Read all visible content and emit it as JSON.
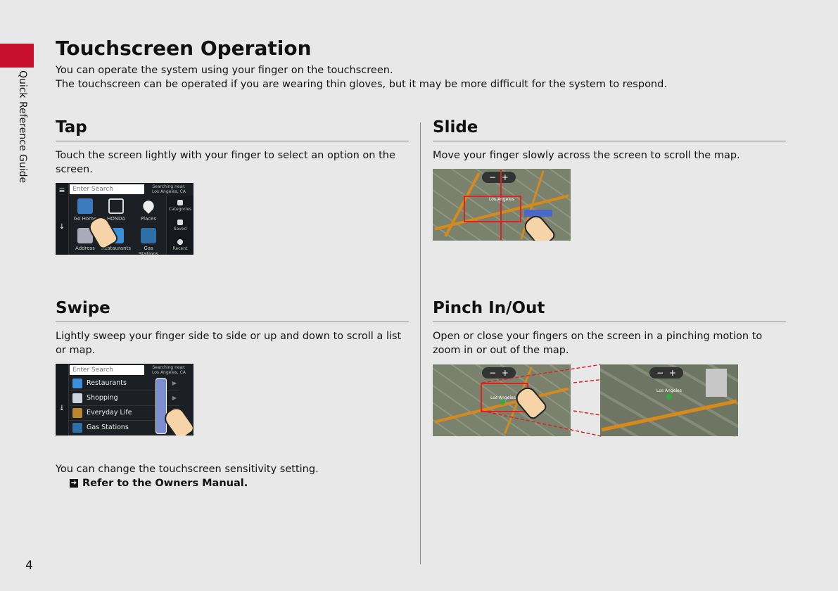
{
  "page": {
    "side_label": "Quick Reference Guide",
    "page_number": "4",
    "title": "Touchscreen Operation",
    "intro_line1": "You can operate the system using your finger on the touchscreen.",
    "intro_line2": "The touchscreen can be operated if you are wearing thin gloves, but it may be more difficult for the system to respond."
  },
  "sections": {
    "tap": {
      "heading": "Tap",
      "text": "Touch the screen lightly with your finger to select an option on the screen."
    },
    "slide": {
      "heading": "Slide",
      "text": "Move your finger slowly across the screen to scroll the map."
    },
    "swipe": {
      "heading": "Swipe",
      "text": "Lightly sweep your finger side to side or up and down to scroll a list or map."
    },
    "pinch": {
      "heading": "Pinch In/Out",
      "text": "Open or close your fingers on the screen in a pinching motion to zoom in or out of the map."
    }
  },
  "tap_screen": {
    "search_placeholder": "Enter Search",
    "searching_near": "Searching near:",
    "location": "Los Angeles, CA",
    "tiles": [
      "Go Home",
      "HONDA",
      "Places",
      "Address",
      "Restaurants",
      "Gas Stations"
    ],
    "right_items": [
      "Categories",
      "Saved",
      "Recent"
    ]
  },
  "swipe_screen": {
    "search_placeholder": "Enter Search",
    "searching_near": "Searching near:",
    "location": "Los Angeles, CA",
    "rows": [
      "Restaurants",
      "Shopping",
      "Everyday Life",
      "Gas Stations"
    ]
  },
  "map": {
    "zoom_minus": "−",
    "zoom_plus": "+",
    "place_label": "Los Angeles"
  },
  "note": {
    "text": "You can change the touchscreen sensitivity setting.",
    "ref": "Refer to the Owners Manual."
  },
  "colors": {
    "accent": "#c8102e",
    "road": "#d68a1c"
  }
}
